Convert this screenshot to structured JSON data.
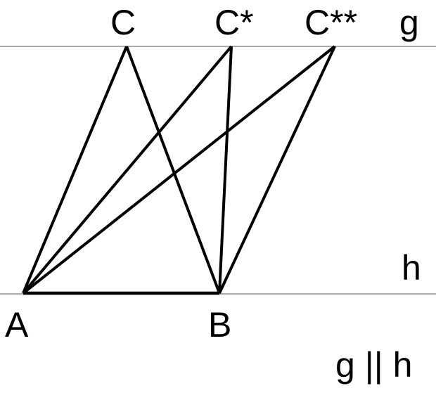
{
  "labels": {
    "c": "C",
    "c_star": "C*",
    "c_star_star": "C**",
    "a": "A",
    "b": "B",
    "g": "g",
    "h": "h",
    "parallel_note": "g || h"
  },
  "colors": {
    "stroke": "#000000",
    "parallel_line": "#555555",
    "background": "#ffffff"
  }
}
